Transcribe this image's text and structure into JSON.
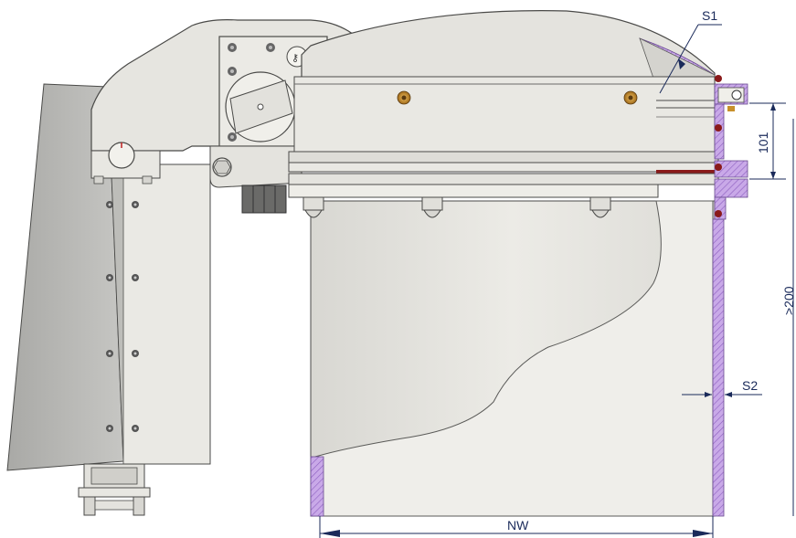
{
  "drawing": {
    "dimension_labels": {
      "s1": "S1",
      "dim_101": "101",
      "gt_200": ">200",
      "s2": "S2",
      "nw": "NW"
    },
    "colors": {
      "body_fill": "#e6e5e0",
      "body_shade": "#cfcdc6",
      "dark_panel": "#b8b8b4",
      "outline": "#4a4a48",
      "section_hatch": "#b18ad6",
      "seal_red": "#8a1a1a",
      "dimension_line": "#1a2a5a",
      "brass": "#c8902a"
    }
  }
}
